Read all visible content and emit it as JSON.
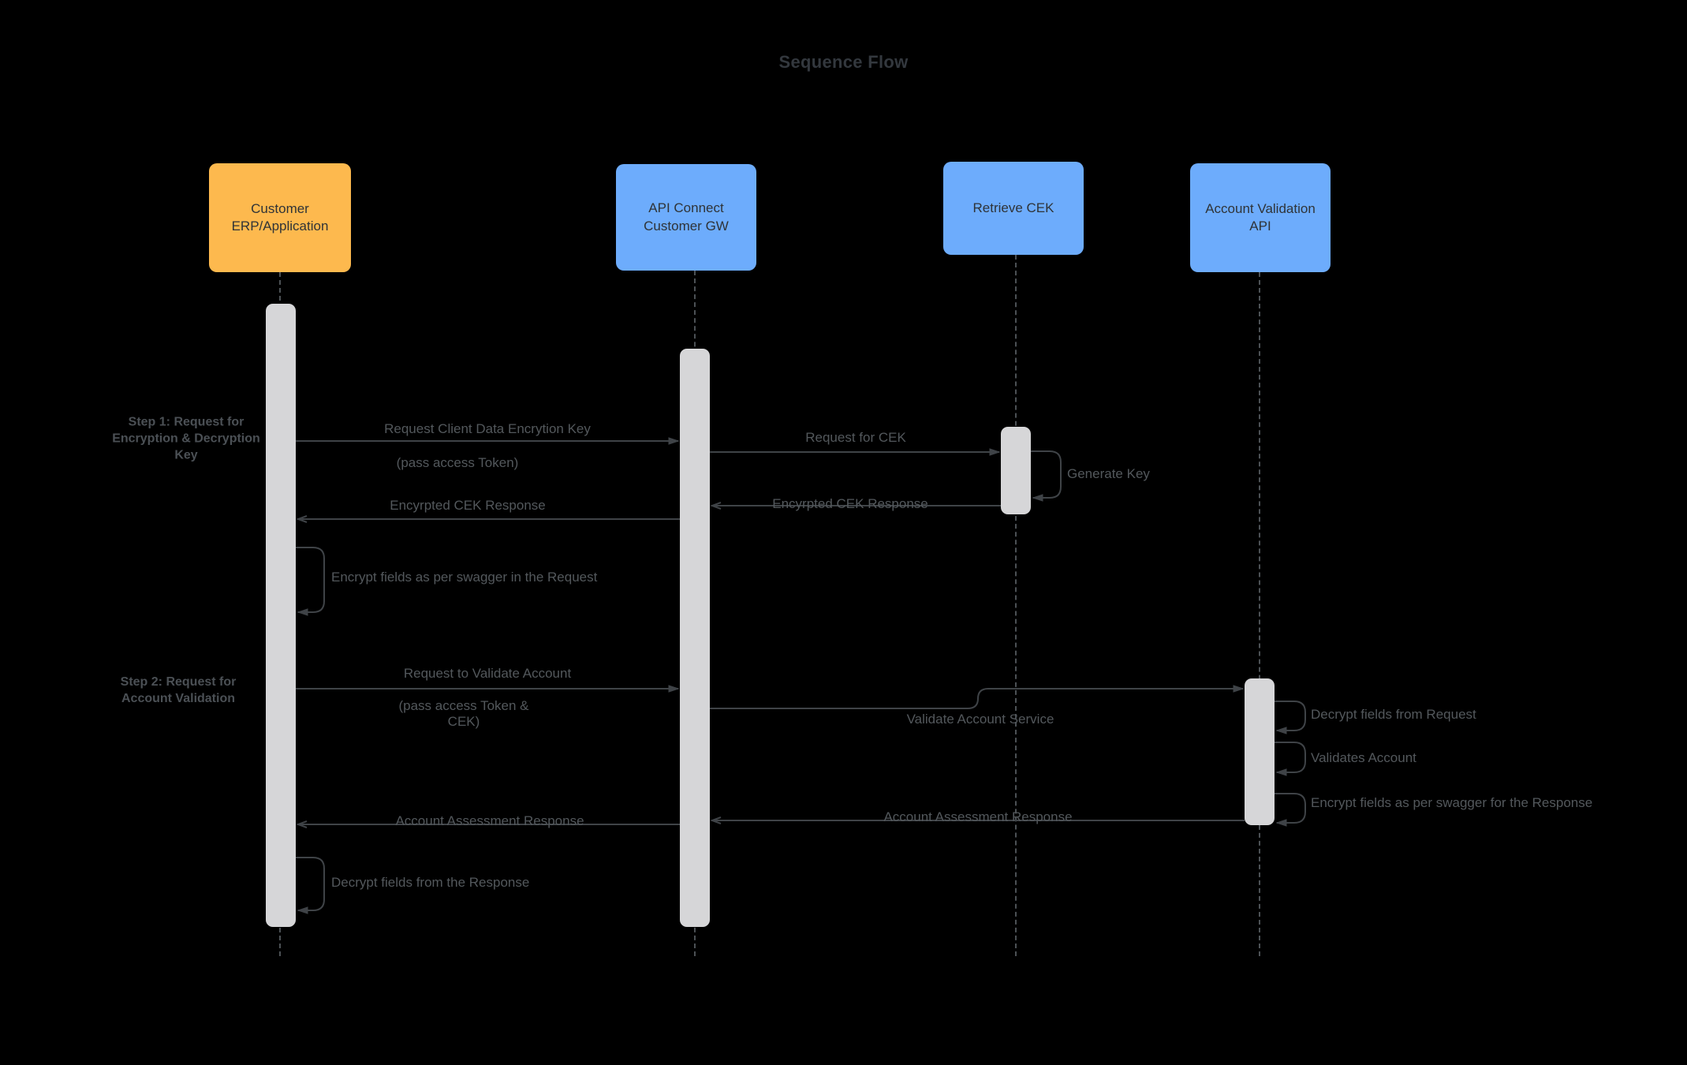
{
  "title": "Sequence Flow",
  "actors": [
    {
      "label": "Customer ERP/Application",
      "color": "#FDB94E"
    },
    {
      "label": "API Connect Customer GW",
      "color": "#6DACFC"
    },
    {
      "label": "Retrieve CEK",
      "color": "#6DACFC"
    },
    {
      "label": "Account Validation API",
      "color": "#6DACFC"
    }
  ],
  "step_labels": [
    "Step 1: Request for Encryption & Decryption Key",
    "Step 2: Request for Account Validation"
  ],
  "messages": {
    "request_key": "Request Client Data Encrytion Key",
    "request_key_note": "(pass access Token)",
    "request_cek": "Request for CEK",
    "generate_key": "Generate Key",
    "cek_response_gw": "Encyrpted CEK Response",
    "cek_response_customer": "Encyrpted CEK Response",
    "encrypt_fields_request": "Encrypt fields as per swagger in the Request",
    "request_validate": "Request to Validate Account",
    "request_validate_note_line1": "(pass access Token &",
    "request_validate_note_line2": "CEK)",
    "validate_service": "Validate Account Service",
    "decrypt_fields_request": "Decrypt fields from Request",
    "validates_account": "Validates Account",
    "encrypt_fields_response": "Encrypt fields as per swagger for the Response",
    "assessment_response_gw": "Account Assessment Response",
    "assessment_response_customer": "Account Assessment Response",
    "decrypt_fields_response": "Decrypt fields from the Response"
  },
  "colors": {
    "background": "#000000",
    "actor_orange": "#FDB94E",
    "actor_blue": "#6DACFC",
    "activation_bar": "#D6D6D8",
    "arrow": "#3F4347",
    "lifeline": "#4C5155",
    "message_text": "#53585C",
    "title_text": "#33383E"
  }
}
